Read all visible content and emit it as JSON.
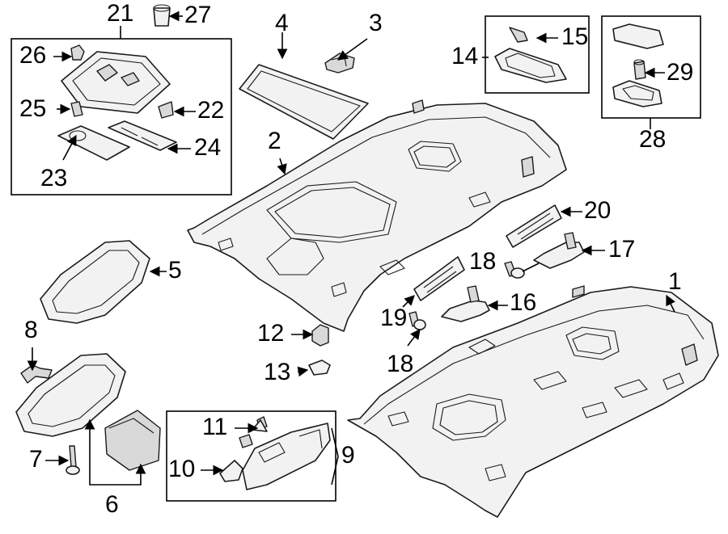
{
  "callouts": {
    "c1": "1",
    "c2": "2",
    "c3": "3",
    "c4": "4",
    "c5": "5",
    "c6": "6",
    "c7": "7",
    "c8": "8",
    "c9": "9",
    "c10": "10",
    "c11": "11",
    "c12": "12",
    "c13": "13",
    "c14": "14",
    "c15": "15",
    "c16": "16",
    "c17": "17",
    "c18a": "18",
    "c18b": "18",
    "c19": "19",
    "c20": "20",
    "c21": "21",
    "c22": "22",
    "c23": "23",
    "c24": "24",
    "c25": "25",
    "c26": "26",
    "c27": "27",
    "c28": "28",
    "c29": "29"
  }
}
